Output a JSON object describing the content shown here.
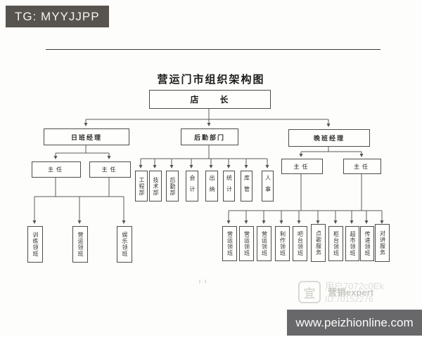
{
  "badge": {
    "text": "TG: MYYJJPP"
  },
  "chart": {
    "title": "营运门市组织架构图",
    "root": "店　　长",
    "level2": [
      {
        "label": "日班经理"
      },
      {
        "label": "后勤部门"
      },
      {
        "label": "晚班经理"
      }
    ],
    "day_supervisors": [
      {
        "label": "主任"
      },
      {
        "label": "主任"
      }
    ],
    "night_supervisors": [
      {
        "label": "主任"
      },
      {
        "label": "主任"
      }
    ],
    "logistics_units": [
      "工程部",
      "技术部",
      "后勤部",
      "会计",
      "出纳",
      "统计",
      "库管",
      "人事"
    ],
    "day_teams": [
      "训练领班",
      "营运领班",
      "娱乐领班"
    ],
    "night_teams": [
      "营运领班",
      "营运领班",
      "营运领班",
      "制作领班",
      "吧台领班",
      "点歌服务",
      "柜台领班",
      "超市领班",
      "传递领班",
      "对讲服务"
    ]
  },
  "page_mark": "f·f",
  "watermark": {
    "logo_char": "宜",
    "line1": "用户7072c0Ek",
    "overlay": "营销expert",
    "line2": "ID:70152276"
  },
  "footer": {
    "url": "www.peizhionline.com"
  },
  "colors": {
    "badge_bg": "#57534e",
    "footer_bg": "#68686a",
    "line": "#5a5a57",
    "box_border": "#4c4c48"
  }
}
